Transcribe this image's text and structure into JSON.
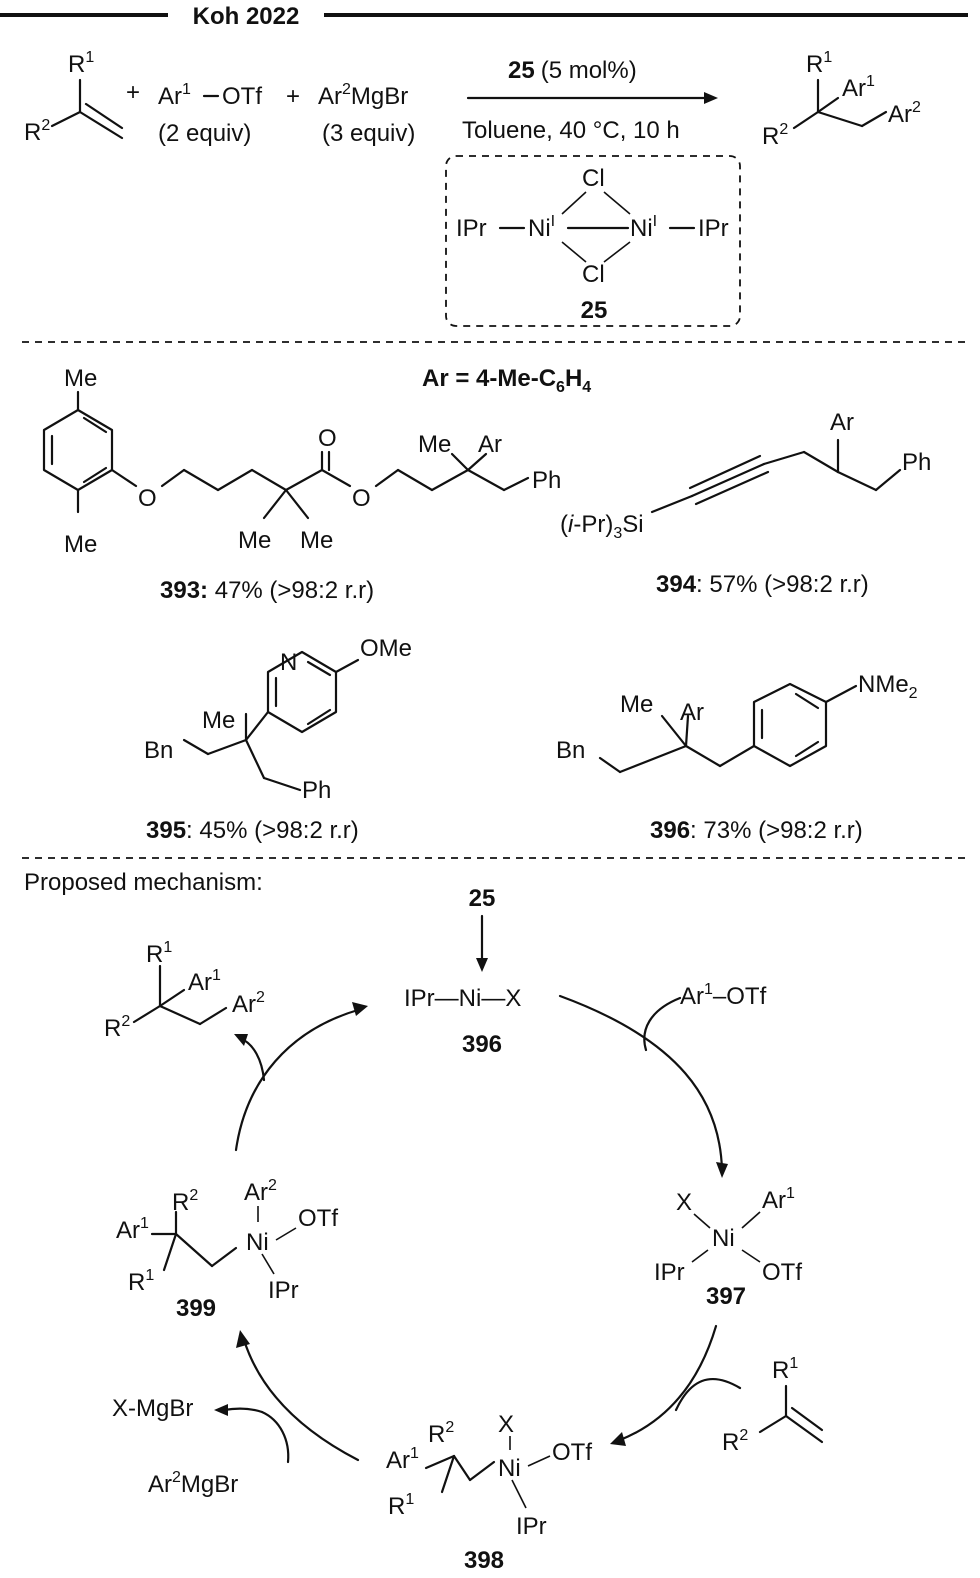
{
  "header": {
    "title": "Koh 2022"
  },
  "reaction": {
    "reagent_ar1_otf": "Ar",
    "reagent_ar1_sup": "1",
    "reagent_otf": "OTf",
    "reagent_ar1_equiv": "(2 equiv)",
    "reagent_ar2_mgbr_prefix": "Ar",
    "reagent_ar2_sup": "2",
    "reagent_ar2_mgbr_suffix": "MgBr",
    "reagent_ar2_equiv": "(3 equiv)",
    "plus": "+",
    "catalyst_id": "25",
    "catalyst_loading": "(5 mol%)",
    "conditions": "Toluene, 40 °C, 10 h",
    "catalyst_label": "25",
    "catalyst_ligand": "IPr",
    "catalyst_metal": "Ni",
    "catalyst_metal_ox": "I",
    "catalyst_bridge": "Cl"
  },
  "substituents": {
    "R": "R",
    "one": "1",
    "two": "2",
    "Ar": "Ar",
    "Me": "Me",
    "O": "O",
    "Ph": "Ph",
    "N": "N",
    "OMe": "OMe",
    "Bn": "Bn",
    "NMe": "NMe",
    "Si": "Si",
    "iPr_pre": "(",
    "iPr_i": "i",
    "iPr_post": "-Pr)",
    "three": "3"
  },
  "scope": {
    "ar_definition_prefix": "Ar = 4-Me-C",
    "ar_definition_sub1": "6",
    "ar_definition_mid": "H",
    "ar_definition_sub2": "4",
    "compounds": [
      {
        "id": "393:",
        "result": " 47% (>98:2 r.r)"
      },
      {
        "id": "394",
        "result": ": 57% (>98:2 r.r)"
      },
      {
        "id": "395",
        "result": ": 45% (>98:2 r.r)"
      },
      {
        "id": "396",
        "result": ": 73% (>98:2 r.r)"
      }
    ]
  },
  "mechanism": {
    "title": "Proposed mechanism:",
    "start_catalyst": "25",
    "intermediates": [
      {
        "id": "396",
        "formula": "IPr—Ni—X"
      },
      {
        "id": "397"
      },
      {
        "id": "398"
      },
      {
        "id": "399"
      }
    ],
    "ni": "Ni",
    "ipr": "IPr",
    "otf": "OTf",
    "x": "X",
    "ar1_otf_reagent": "Ar",
    "byproduct": "X-MgBr",
    "grignard": "Ar",
    "grignard_suffix": "MgBr"
  }
}
